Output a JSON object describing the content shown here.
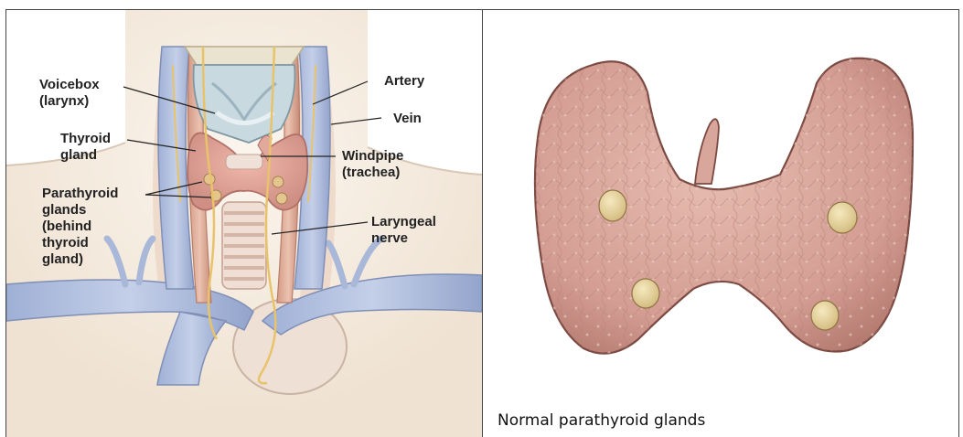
{
  "left_panel": {
    "labels": {
      "voicebox": [
        "Voicebox",
        "(larynx)"
      ],
      "thyroid": [
        "Thyroid",
        "gland"
      ],
      "parathyroid": [
        "Parathyroid",
        "glands",
        "(behind",
        "thyroid",
        "gland)"
      ],
      "artery": [
        "Artery"
      ],
      "vein": [
        "Vein"
      ],
      "windpipe": [
        "Windpipe",
        "(trachea)"
      ],
      "laryngeal": [
        "Laryngeal",
        "nerve"
      ]
    }
  },
  "right_panel": {
    "caption": "Normal parathyroid glands"
  },
  "colors": {
    "thyroid": "#cf9690",
    "gland_nodule": "#e9d79a",
    "vein": "#a9b8d9",
    "artery": "#d9a48f",
    "nerve": "#e8c36a",
    "cartilage": "#c9d9e0"
  }
}
